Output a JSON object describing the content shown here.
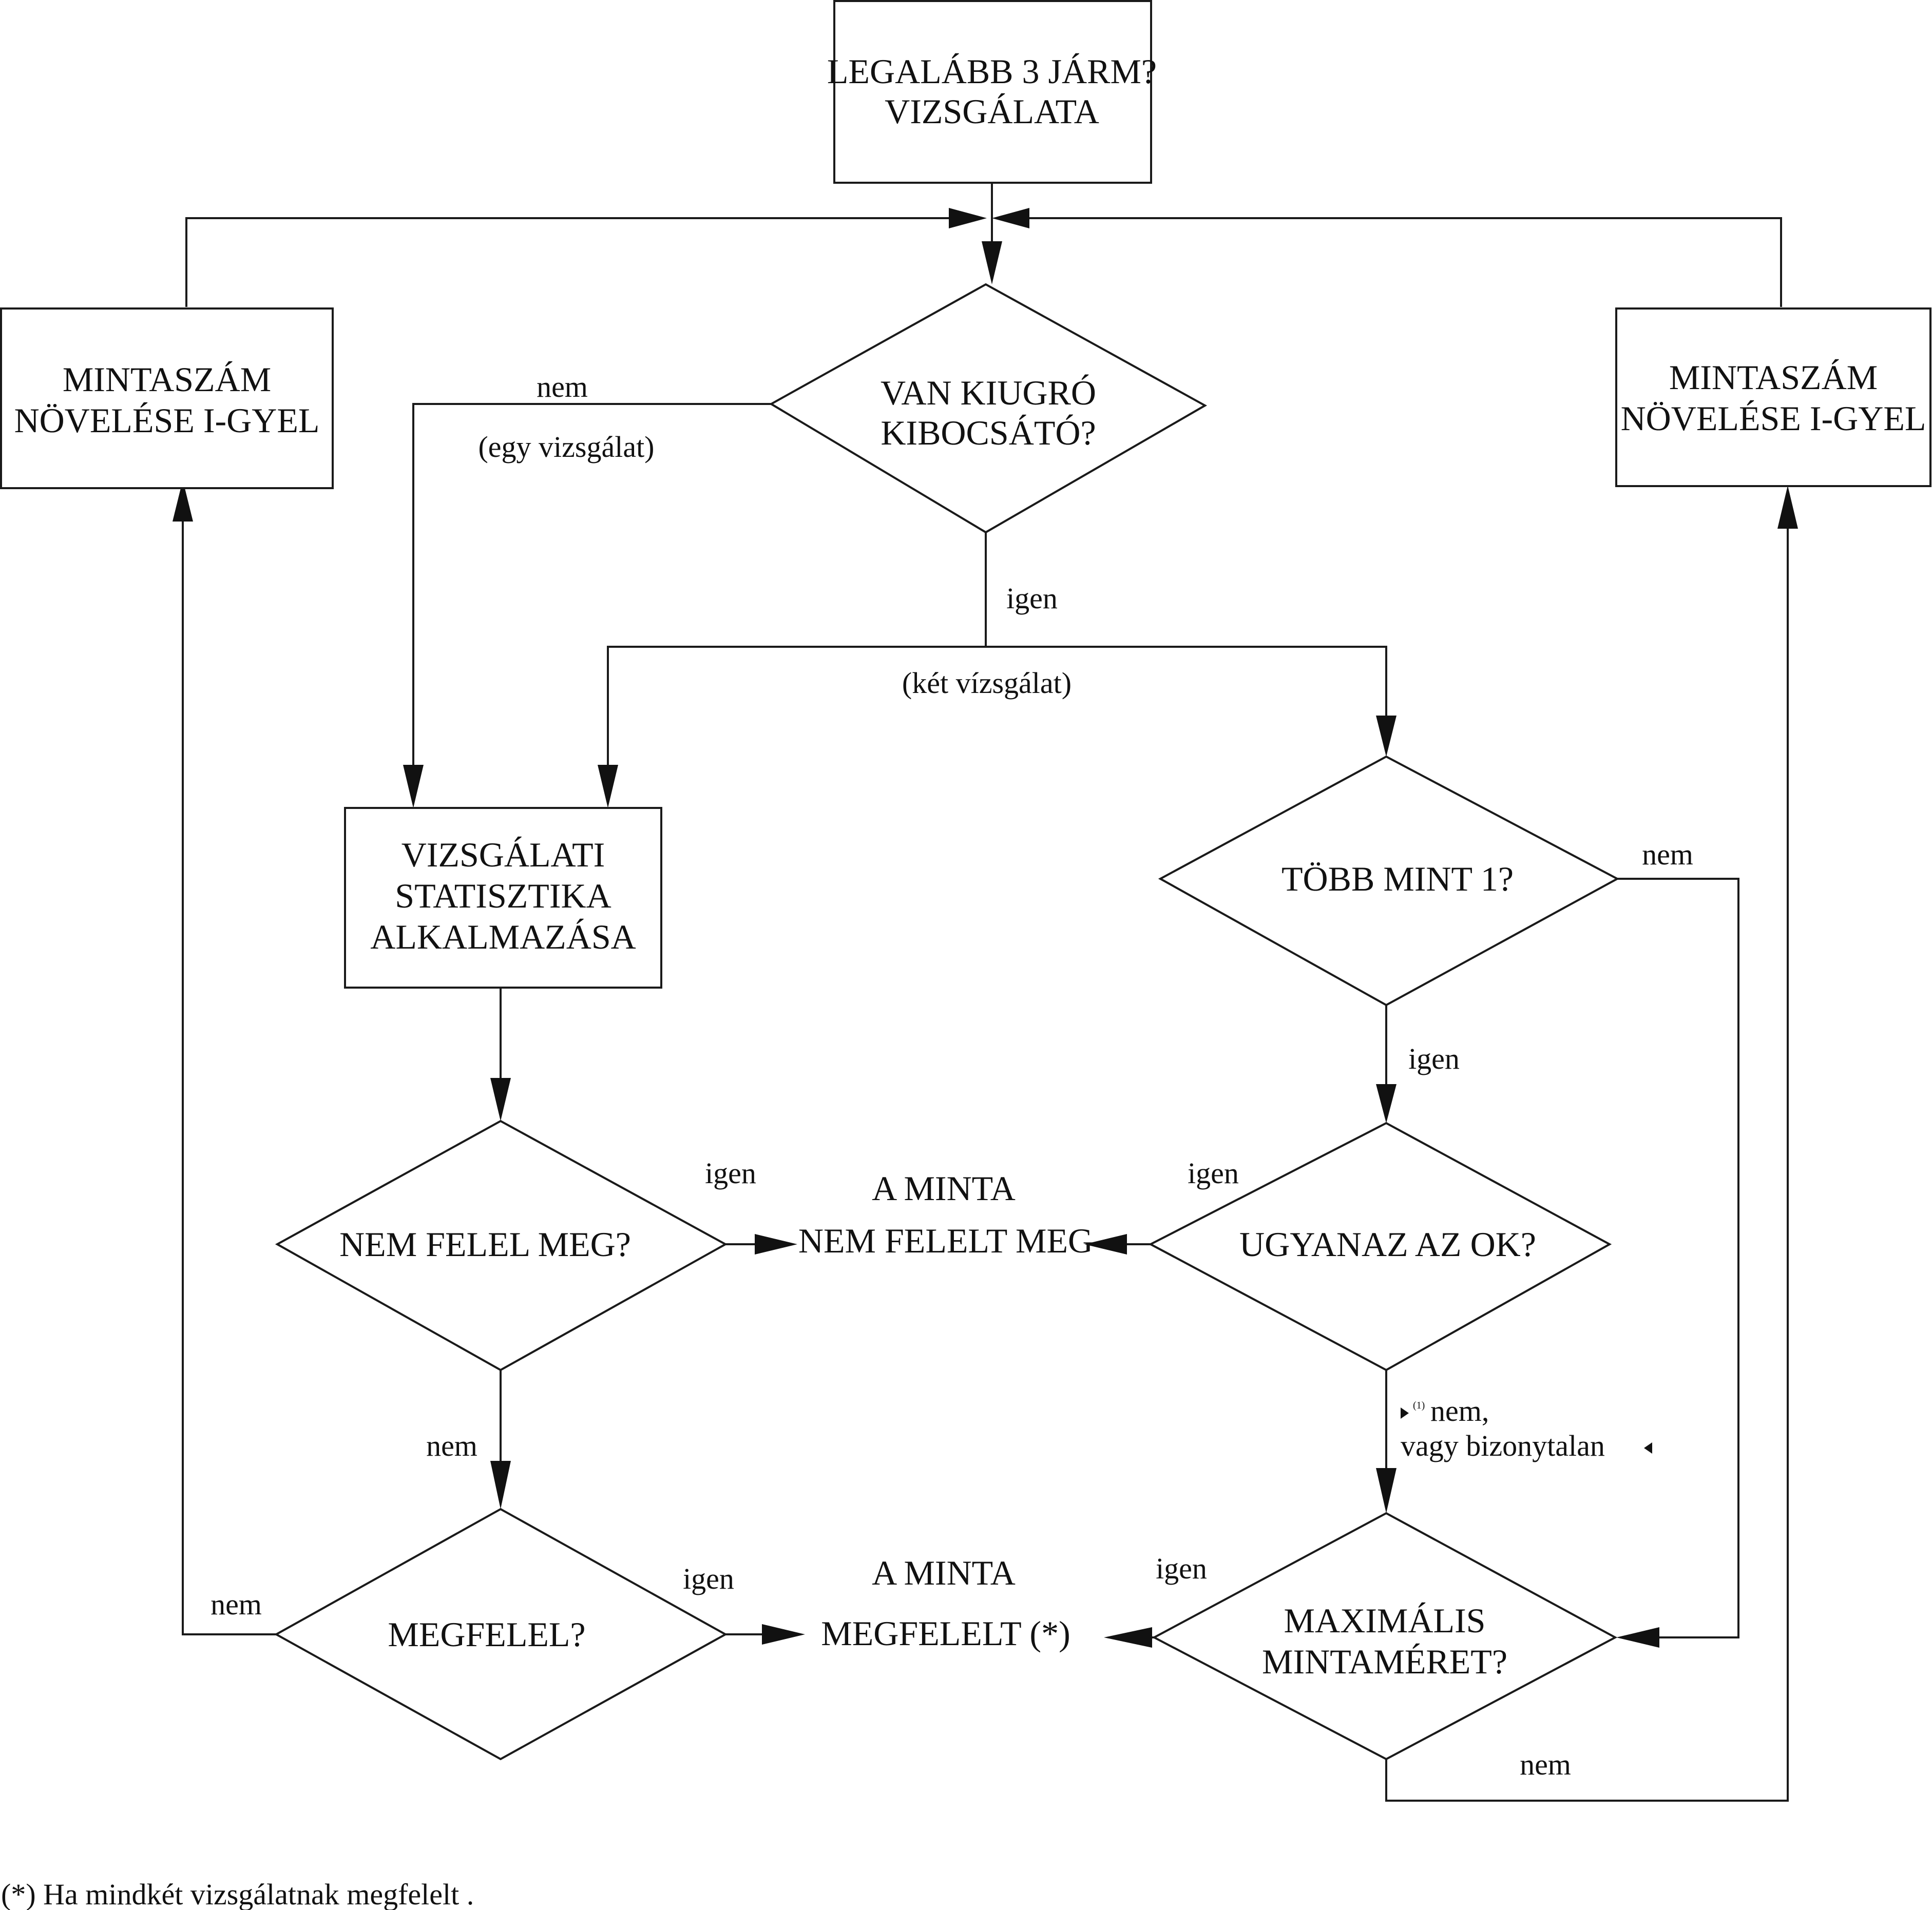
{
  "nodes": {
    "start": {
      "line1": "LEGALÁBB 3 JÁRM?",
      "line2": "VIZSGÁLATA"
    },
    "increase_left": {
      "line1": "MINTASZÁM",
      "line2": "NÖVELÉSE I-GYEL"
    },
    "increase_right": {
      "line1": "MINTASZÁM",
      "line2": "NÖVELÉSE I-GYEL"
    },
    "outlier": {
      "line1": "VAN KIUGRÓ",
      "line2": "KIBOCSÁTÓ?"
    },
    "statistics": {
      "line1": "VIZSGÁLATI",
      "line2": "STATISZTIKA",
      "line3": "ALKALMAZÁSA"
    },
    "more_than_one": {
      "line1": "TÖBB MINT 1?"
    },
    "not_comply": {
      "line1": "NEM FELEL MEG?"
    },
    "same_cause": {
      "line1": "UGYANAZ AZ OK?"
    },
    "result_fail": {
      "line1": "A MINTA",
      "line2": "NEM FELELT MEG"
    },
    "comply": {
      "line1": "MEGFELEL?"
    },
    "max_size": {
      "line1": "MAXIMÁLIS",
      "line2": "MINTAMÉRET?"
    },
    "result_pass": {
      "line1": "A MINTA",
      "line2": "MEGFELELT (*)"
    }
  },
  "edges": {
    "outlier_no": "nem",
    "outlier_no_note": "(egy vizsgálat)",
    "outlier_yes": "igen",
    "outlier_yes_note": "(két vízsgálat)",
    "more_no": "nem",
    "more_yes": "igen",
    "notcomply_yes": "igen",
    "notcomply_no": "nem",
    "samecause_yes": "igen",
    "samecause_no_marker": "(1)",
    "samecause_no_line1": "nem,",
    "samecause_no_line2": "vagy bizonytalan",
    "comply_yes": "igen",
    "comply_no": "nem",
    "maxsize_yes": "igen",
    "maxsize_no": "nem"
  },
  "footnote": "(*) Ha mindkét vizsgálatnak megfelelt ."
}
